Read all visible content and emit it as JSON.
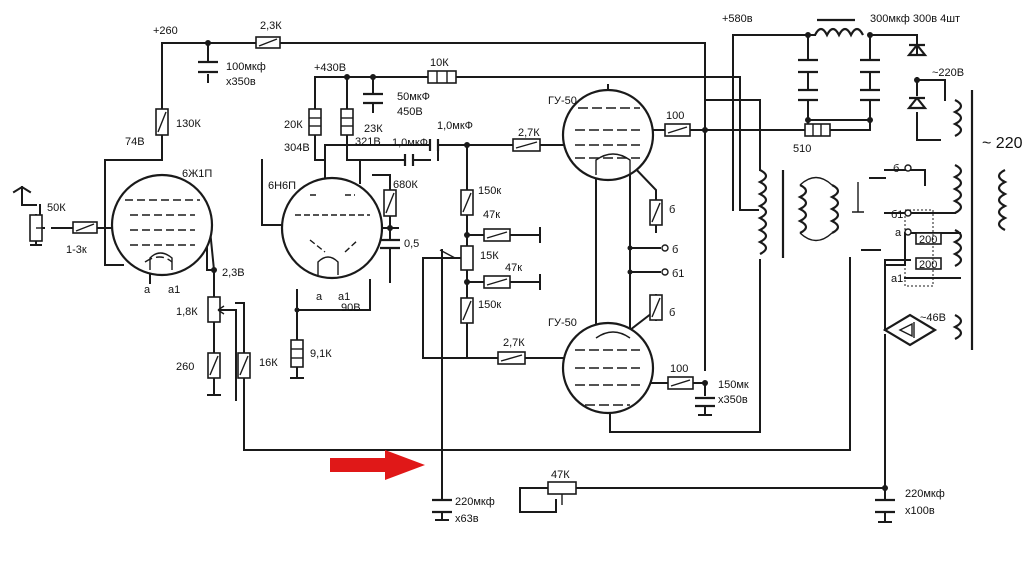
{
  "colors": {
    "wire": "#1a1a1a",
    "arrow": "#e01818",
    "background": "#ffffff"
  },
  "labels": {
    "v260": "+260",
    "r23k_top": "2,3К",
    "c100": "100мкф",
    "c100v": "х350в",
    "v430": "+430В",
    "r10k": "10К",
    "c50": "50мкФ",
    "c50v": "450В",
    "r20k": "20К",
    "r23k": "23К",
    "v304": "304В",
    "v321": "321В",
    "c1a": "1,0мкФ",
    "c1b": "1,0мкФ",
    "r27k_top": "2,7К",
    "gu50_top": "ГУ-50",
    "r100_top": "100",
    "r510": "510",
    "v580": "+580в",
    "c300": "300мкф 300в  4шт",
    "v220ac": "~220В",
    "mains": "~ 220",
    "r130k": "130К",
    "v74": "74В",
    "tube1": "6Ж1П",
    "tube2": "6Н6П",
    "r680k": "680К",
    "c05": "0,5",
    "pot50k": "50К",
    "r13k": "1-3к",
    "a_1": "а",
    "a1_1": "а1",
    "a_2": "а",
    "a1_2": "а1",
    "v90": "90В",
    "v23": "2,3В",
    "r18k": "1,8К",
    "r260": "260",
    "r16k": "16К",
    "r91k": "9,1К",
    "r150k_a": "150к",
    "r47k_a": "47к",
    "pot15k": "15К",
    "r47k_b": "47к",
    "r150k_b": "150к",
    "r27k_bot": "2,7К",
    "gu50_bot": "ГУ-50",
    "r100_bot": "100",
    "c150": "150мк",
    "c150v": "х350в",
    "b_top": "б",
    "b_bot": "б",
    "b_mid": "б",
    "b1_mid": "б1",
    "b_right": "б",
    "b1_right": "б1",
    "a_right": "а",
    "a1_right": "а1",
    "r200_a": "200",
    "r200_b": "200",
    "v46": "~46В",
    "pot47k": "47К",
    "c220a": "220мкф",
    "c220av": "х63в",
    "c220b": "220мкф",
    "c220bv": "х100в"
  }
}
